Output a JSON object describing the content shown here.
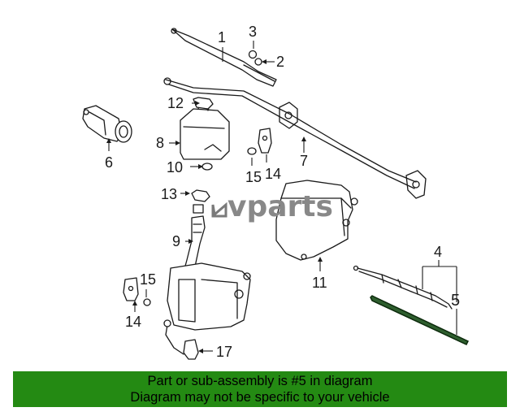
{
  "watermark": "vparts",
  "callouts": {
    "c1": "1",
    "c2": "2",
    "c3": "3",
    "c4": "4",
    "c5": "5",
    "c6": "6",
    "c7": "7",
    "c8": "8",
    "c9": "9",
    "c10": "10",
    "c11": "11",
    "c12": "12",
    "c13": "13",
    "c14a": "14",
    "c14b": "14",
    "c15a": "15",
    "c15b": "15",
    "c17": "17"
  },
  "highlighted_part": "5",
  "colors": {
    "banner": "#248a13",
    "highlight": "#2e5e2e"
  },
  "banner": {
    "line1": "Part or sub-assembly is #5 in diagram",
    "line2": "Diagram may not be specific to your vehicle"
  }
}
